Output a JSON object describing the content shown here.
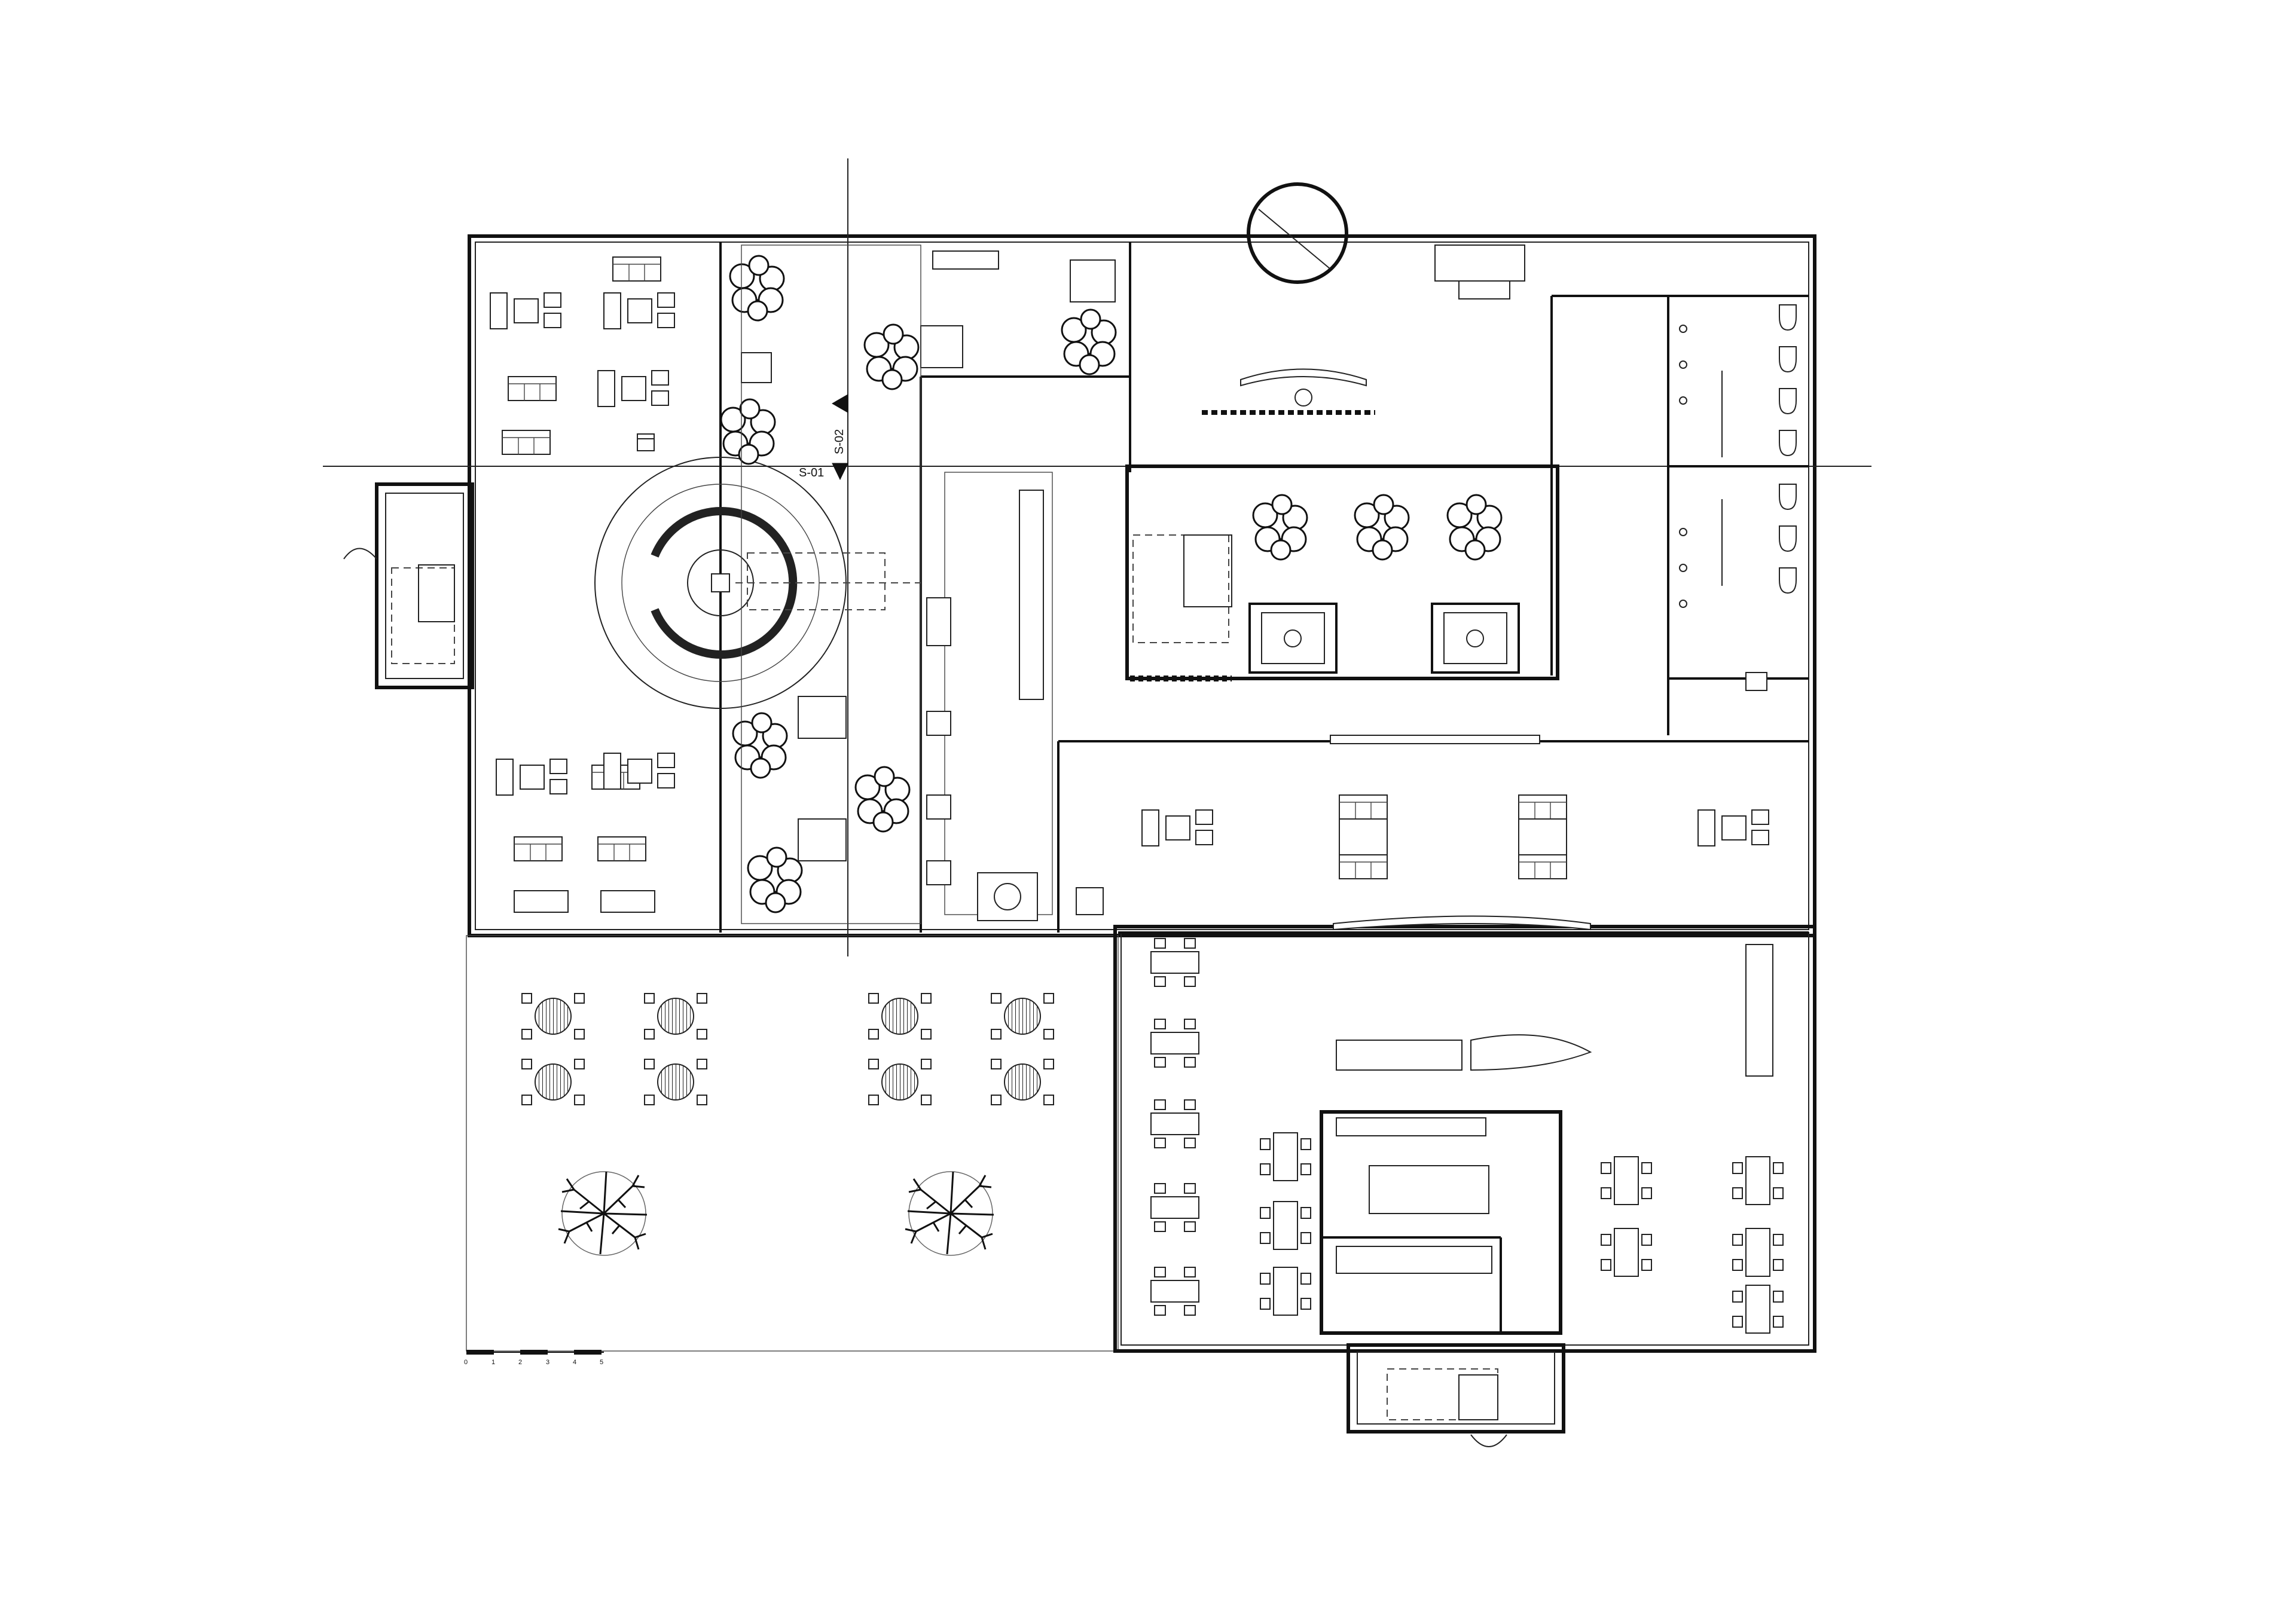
{
  "section_markers": [
    {
      "id": "s01",
      "label": "S-01"
    },
    {
      "id": "s02",
      "label": "S-02"
    }
  ],
  "scale_bar": {
    "ticks": [
      "0",
      "1",
      "2",
      "3",
      "4",
      "5"
    ]
  }
}
